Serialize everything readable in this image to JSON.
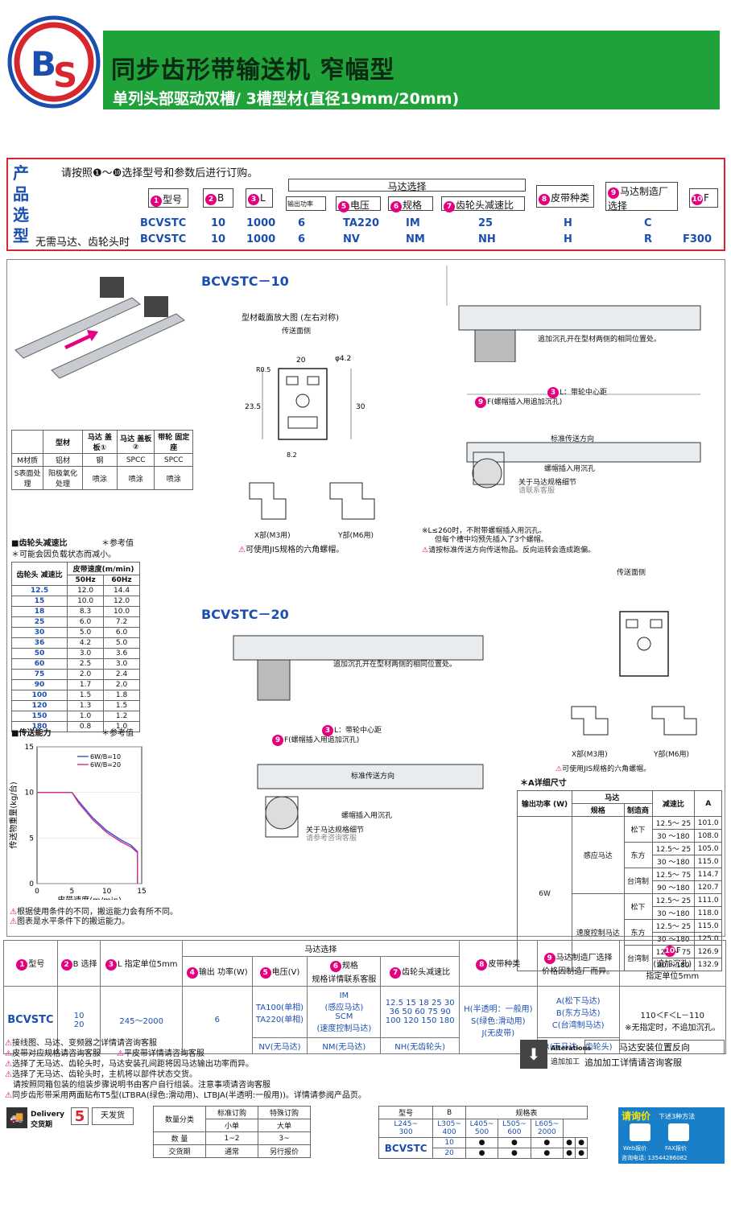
{
  "header": {
    "title": "同步齿形带输送机  窄幅型",
    "subtitle": "单列头部驱动双槽/   3槽型材(直径19mm/20mm)"
  },
  "order": {
    "side": [
      "产",
      "品",
      "选",
      "型"
    ],
    "instruction": "请按照❶～❿选择型号和参数后进行订购。",
    "motor_select": "马达选择",
    "labels": {
      "type": "型号",
      "b": "B",
      "l": "L",
      "power": "输出功率",
      "voltage": "电压",
      "spec": "规格",
      "ratio": "齿轮头减速比",
      "belt": "皮带种类",
      "maker": "马达制造厂选择",
      "f": "F"
    },
    "row1": {
      "prefix": "",
      "vals": [
        "BCVSTC",
        "10",
        "1000",
        "6",
        "TA220",
        "IM",
        "25",
        "H",
        "C",
        ""
      ]
    },
    "row2": {
      "prefix": "无需马达、齿轮头时",
      "vals": [
        "BCVSTC",
        "10",
        "1000",
        "6",
        "NV",
        "NM",
        "NH",
        "H",
        "R",
        "F300"
      ]
    }
  },
  "sections": {
    "s10": "BCVSTC－10",
    "s20": "BCVSTC－20",
    "profile_title": "型材截面放大图 (左右对称)",
    "transfer_face": "传送面侧",
    "xpart": "X部(M3用)",
    "ypart": "Y部(M6用)",
    "jis": "可使用JIS规格的六角螺帽。",
    "reduction_title": "■齿轮头减速比",
    "ref": "＊参考值",
    "reduction_note": "＊可能会因负载状态而减小。",
    "capacity_title": "■传送能力",
    "capacity_ref": "＊参考值",
    "note_l260": "※L≤260时，不附带螺帽插入用沉孔。",
    "note_l260b": "但每个槽中均预先插入了3个螺帽。",
    "note_dir": "请按标准传送方向传送物品。反向运转会造成跑偏。",
    "cap_note1": "根据使用条件的不同，搬运能力会有所不同。",
    "cap_note2": "图表是水平条件下的搬运能力。",
    "detailA": "＊A详细尺寸",
    "add_hole": "追加沉孔开在型材两侧的相同位置处。",
    "pulley_center": "L：带轮中心距",
    "nut_hole": "F(螺帽插入用追加沉孔)",
    "std_dir": "标准传送方向",
    "nut_sink": "螺帽插入用沉孔",
    "motor_detail": "关于马达规格细节",
    "consult": "请联系客服",
    "consult2": "请参考咨询客服"
  },
  "material": {
    "headers": [
      "",
      "型材",
      "马达\n盖板①",
      "马达\n盖板②",
      "带轮\n固定座"
    ],
    "rows": [
      [
        "M材质",
        "铝材",
        "钢",
        "SPCC",
        "SPCC"
      ],
      [
        "S表面处理",
        "阳极氧化处理",
        "喷涂",
        "喷涂",
        "喷涂"
      ]
    ]
  },
  "reduction": {
    "headers": [
      "齿轮头\n减速比",
      "皮带速度(m/min)",
      "50Hz",
      "60Hz"
    ],
    "rows": [
      [
        "12.5",
        "12.0",
        "14.4"
      ],
      [
        "15",
        "10.0",
        "12.0"
      ],
      [
        "18",
        "8.3",
        "10.0"
      ],
      [
        "25",
        "6.0",
        "7.2"
      ],
      [
        "30",
        "5.0",
        "6.0"
      ],
      [
        "36",
        "4.2",
        "5.0"
      ],
      [
        "50",
        "3.0",
        "3.6"
      ],
      [
        "60",
        "2.5",
        "3.0"
      ],
      [
        "75",
        "2.0",
        "2.4"
      ],
      [
        "90",
        "1.7",
        "2.0"
      ],
      [
        "100",
        "1.5",
        "1.8"
      ],
      [
        "120",
        "1.3",
        "1.5"
      ],
      [
        "150",
        "1.0",
        "1.2"
      ],
      [
        "180",
        "0.8",
        "1.0"
      ]
    ]
  },
  "chart_data": {
    "type": "line",
    "xlabel": "皮带速度(m/min)",
    "ylabel": "传送物重量(kg/台)",
    "xlim": [
      0,
      15
    ],
    "ylim": [
      0,
      15
    ],
    "xticks": [
      "0",
      "5",
      "10",
      "15"
    ],
    "yticks": [
      "0",
      "5",
      "10",
      "15"
    ],
    "series": [
      {
        "name": "6W/B=10",
        "color": "#3a4fd0",
        "x": [
          0,
          5,
          6,
          8,
          10,
          12,
          13.5,
          14.4,
          14.4
        ],
        "y": [
          10,
          10,
          9,
          7.2,
          5.8,
          4.8,
          4.2,
          3.5,
          0
        ]
      },
      {
        "name": "6W/B=20",
        "color": "#d02e86",
        "x": [
          0,
          5,
          6,
          8,
          10,
          12,
          13.5,
          14.4,
          14.4
        ],
        "y": [
          10,
          10,
          8.8,
          7,
          5.6,
          4.6,
          4,
          3.4,
          0
        ]
      }
    ]
  },
  "detailA": {
    "headers": [
      "输出功率\n(W)",
      "马达",
      "规格",
      "制造商",
      "减速比",
      "A"
    ],
    "power": "6W",
    "groups": [
      {
        "spec": "感应马达",
        "rows": [
          [
            "松下",
            "12.5～ 25",
            "101.0"
          ],
          [
            "",
            "30 ～180",
            "108.0"
          ],
          [
            "东方",
            "12.5～ 25",
            "105.0"
          ],
          [
            "",
            "30 ～180",
            "115.0"
          ],
          [
            "台湾制",
            "12.5～ 75",
            "114.7"
          ],
          [
            "",
            "90 ～180",
            "120.7"
          ]
        ]
      },
      {
        "spec": "速度控制马达",
        "rows": [
          [
            "松下",
            "12.5～ 25",
            "111.0"
          ],
          [
            "",
            "30 ～180",
            "118.0"
          ],
          [
            "东方",
            "12.5～ 25",
            "115.0"
          ],
          [
            "",
            "30 ～180",
            "125.0"
          ],
          [
            "台湾制",
            "12.5～ 75",
            "126.9"
          ],
          [
            "",
            "90 ～180",
            "132.9"
          ]
        ]
      }
    ]
  },
  "bottom": {
    "h_type": "型号",
    "h_b": "B\n选择",
    "h_l": "L\n指定单位5mm",
    "h_p": "输出\n功率(W)",
    "h_v": "电压(V)",
    "h_spec": "规格",
    "h_spec2": "规格详情联系客服",
    "h_ratio": "齿轮头减速比",
    "h_belt": "皮带种类",
    "h_maker": "马达制造厂选择",
    "h_maker2": "价格因制造厂而异。",
    "h_f": "F\n(追加沉孔)\n指定单位5mm",
    "motor_sel": "马达选择",
    "type": "BCVSTC",
    "b": "10\n20",
    "l": "245～2000",
    "p": "6",
    "volt": "TA100(单相)\nTA220(单相)",
    "spec": "IM\n(感应马达)\nSCM\n(速度控制马达)",
    "ratios": "12.5  15  18  25  30\n36  50  60  75  90\n100  120  150  180",
    "belt": "H(半透明：一般用)\nS(绿色:滑动用)\nJ(无皮带)",
    "maker": "A(松下马达)\nB(东方马达)\nC(台湾制马达)",
    "f": "110＜F＜L－110\n※无指定时，不追加沉孔。",
    "nv": "NV(无马达)",
    "nm": "NM(无马达)",
    "nh": "NH(无齿轮头)",
    "rr": "R(无马达、齿轮头)"
  },
  "notes": [
    "接线图、马达、变频器之详情请咨询客服",
    "皮带对应规格请咨询客服",
    "平皮带详情请咨询客服",
    "选择了无马达、齿轮头时，马达安装孔间距将因马达输出功率而异。",
    "选择了无马达、齿轮头时，主机将以部件状态交货。",
    "请按照同箱包装的组装步骤说明书由客户自行组装。注意事项请咨询客服",
    "同步齿形带采用两面贴布T5型(LTBRA(绿色:滑动用)、LTBJA(半透明:一般用))。详情请参阅产品页。"
  ],
  "alter": {
    "title": "Alterations",
    "sub": "追加加工",
    "head": "马达安装位置反向",
    "body": "追加加工详情请咨询客服"
  },
  "delivery": {
    "label": "Delivery\n交货期",
    "days": "5",
    "unit": "天发货",
    "h": [
      "数量分类",
      "标准订购",
      "特殊订购"
    ],
    "r1": [
      "",
      "小单",
      "大单"
    ],
    "r2": [
      "数 量",
      "1~2",
      "3~"
    ],
    "r3": [
      "交货期",
      "通常",
      "另行报价"
    ]
  },
  "spec_table": {
    "title": "规格表",
    "h_type": "型号",
    "h_b": "B",
    "cols": [
      "L245~\n300",
      "L305~\n400",
      "L405~\n500",
      "L505~\n600",
      "L605~\n2000"
    ],
    "type": "BCVSTC",
    "bvals": [
      "10",
      "20"
    ]
  },
  "inquiry": {
    "title": "请询价",
    "sub": "下述3种方法",
    "web": "Web报价",
    "fax": "FAX报价",
    "tel": "咨询电话: 13544286082"
  }
}
